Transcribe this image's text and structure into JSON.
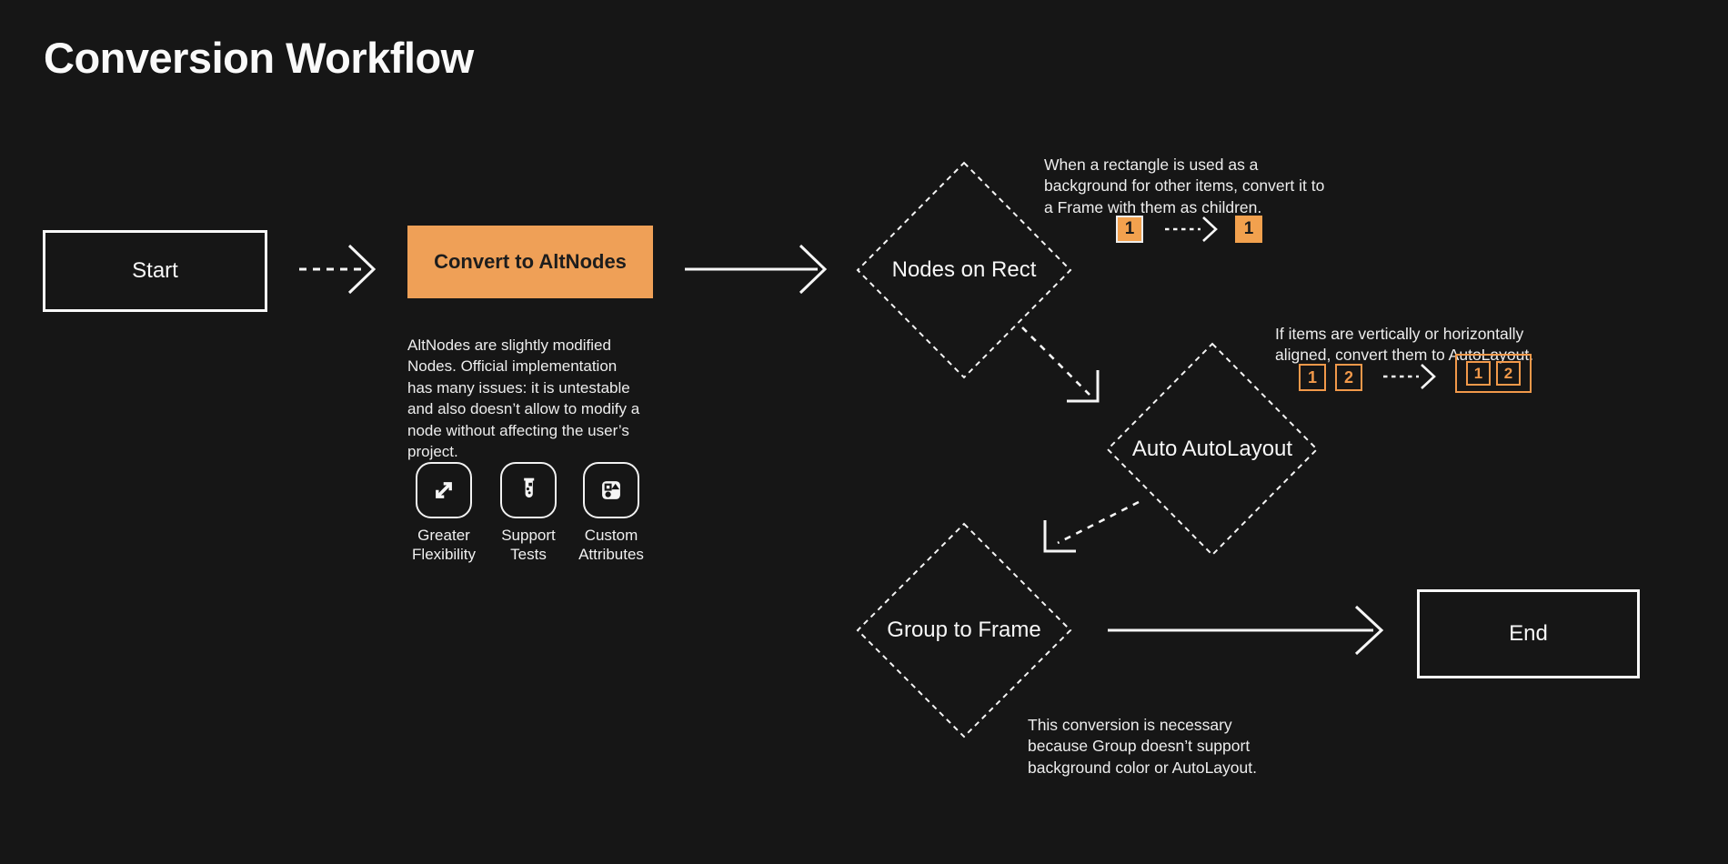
{
  "page": {
    "title": "Conversion Workflow"
  },
  "colors": {
    "background": "#161616",
    "orange_fill": "#EFA057",
    "orange_outline": "#F2994A",
    "line_white": "#F6F6F6",
    "dark_text_on_orange": "#1D1D1D"
  },
  "flow": {
    "start": {
      "label": "Start"
    },
    "convert_to_altnodes": {
      "label": "Convert to AltNodes",
      "description": "AltNodes are slightly modified Nodes. Official implementation has many issues: it is untestable and also doesn’t allow to modify a node without affecting the user’s project.",
      "features": [
        {
          "icon": "expand-arrows-icon",
          "label": "Greater Flexibility"
        },
        {
          "icon": "test-tube-icon",
          "label": "Support Tests"
        },
        {
          "icon": "shapes-icon",
          "label": "Custom Attributes"
        }
      ]
    },
    "nodes_on_rect": {
      "label": "Nodes on Rect",
      "note": "When a rectangle is used as a background for other items, convert it to a Frame with them as children.",
      "example": {
        "before": "1",
        "after": "1"
      }
    },
    "auto_autolayout": {
      "label": "Auto AutoLayout",
      "note": "If items are vertically or horizontally aligned, convert them to AutoLayout.",
      "example": {
        "before": [
          "1",
          "2"
        ],
        "after": [
          "1",
          "2"
        ]
      }
    },
    "group_to_frame": {
      "label": "Group to Frame",
      "note": "This conversion is necessary because Group doesn’t support background color or AutoLayout."
    },
    "end": {
      "label": "End"
    }
  }
}
